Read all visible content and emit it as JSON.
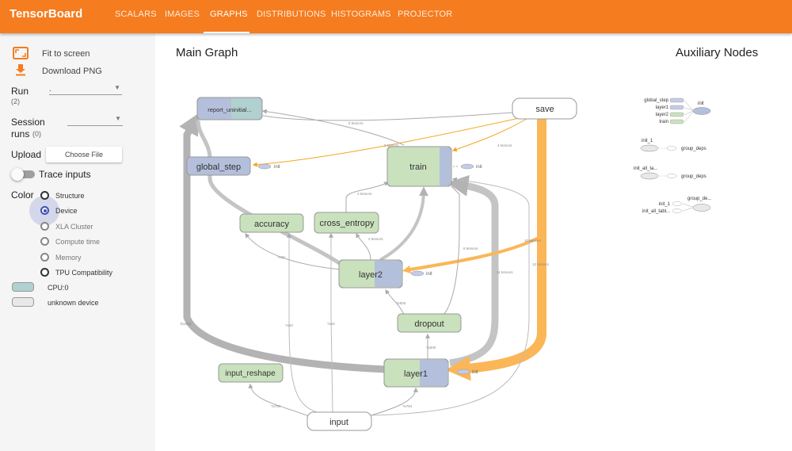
{
  "app": {
    "title": "TensorBoard"
  },
  "tabs": [
    "SCALARS",
    "IMAGES",
    "GRAPHS",
    "DISTRIBUTIONS",
    "HISTOGRAMS",
    "PROJECTOR"
  ],
  "active_tab": "GRAPHS",
  "colors": {
    "brand": "#f57c1f",
    "op_node": "#c9e1bd",
    "device_cpu": "#b0d1cf",
    "device_unknown": "#e8e8e8",
    "dataflow_edge": "#b3b3b3",
    "save_edge": "#fbb658"
  },
  "sidebar": {
    "fit_to_screen": "Fit to screen",
    "download_png": "Download PNG",
    "run_label": "Run",
    "run_count": "(2)",
    "run_value": ".",
    "session_label": "Session",
    "session_label2": "runs",
    "session_count": "(0)",
    "upload_label": "Upload",
    "choose_file": "Choose File",
    "trace_inputs": "Trace inputs",
    "color_label": "Color",
    "color_options": [
      "Structure",
      "Device",
      "XLA Cluster",
      "Compute time",
      "Memory",
      "TPU Compatibility"
    ],
    "color_selected": "Device",
    "legend": [
      {
        "label": "CPU:0",
        "color": "#b0d1cf"
      },
      {
        "label": "unknown device",
        "color": "#e8e8e8"
      }
    ]
  },
  "main_graph": {
    "title": "Main Graph",
    "nodes": {
      "report": "report_uninitial...",
      "save": "save",
      "global_step": "global_step",
      "train": "train",
      "accuracy": "accuracy",
      "cross_entropy": "cross_entropy",
      "layer2": "layer2",
      "dropout": "dropout",
      "input_reshape": "input_reshape",
      "layer1": "layer1",
      "input": "input"
    },
    "init_label": "init",
    "edge_labels": {
      "save_report": "2 tensors",
      "save_train": "4 tensors",
      "train_report": "6 tensors",
      "ce_train": "4 tensors",
      "layer2_ce": "2 tensors",
      "layer2_acc": "?x10",
      "save_layer2": "10 tensors",
      "save_layer1": "12 tensors",
      "train_layer2": "6 tensors",
      "train_layer1": "11 tensors",
      "layer1_report": "bool[4]",
      "input_acc": "?x10",
      "input_ce": "?x10",
      "input_reshape": "?x784",
      "input_layer1": "?x784",
      "dropout_layer2": "?x500",
      "layer1_dropout": "?x500"
    }
  },
  "aux": {
    "title": "Auxiliary Nodes",
    "group1": {
      "inputs": [
        "global_step",
        "layer1",
        "layer2",
        "train"
      ],
      "node": "init"
    },
    "group2": {
      "node": "init_1",
      "target": "group_deps"
    },
    "group3": {
      "node": "init_all_ta...",
      "target": "group_deps"
    },
    "group4": {
      "inputs": [
        "init_1",
        "init_all_tabl..."
      ],
      "node": "group_de..."
    }
  }
}
